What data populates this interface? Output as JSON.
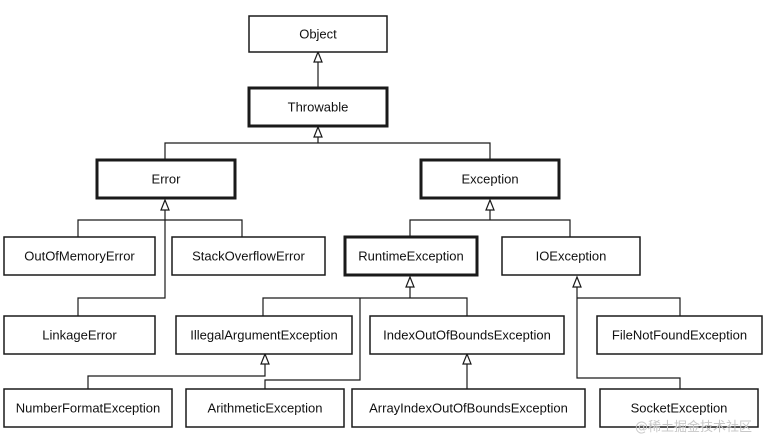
{
  "nodes": {
    "object": "Object",
    "throwable": "Throwable",
    "error": "Error",
    "exception": "Exception",
    "out_of_memory_error": "OutOfMemoryError",
    "stack_overflow_error": "StackOverflowError",
    "runtime_exception": "RuntimeException",
    "io_exception": "IOException",
    "linkage_error": "LinkageError",
    "illegal_argument_exception": "IllegalArgumentException",
    "index_out_of_bounds_exception": "IndexOutOfBoundsException",
    "file_not_found_exception": "FileNotFoundException",
    "number_format_exception": "NumberFormatException",
    "arithmetic_exception": "ArithmeticException",
    "array_index_out_of_bounds_exception": "ArrayIndexOutOfBoundsException",
    "socket_exception": "SocketException"
  },
  "watermark": "@稀土掘金技术社区",
  "colors": {
    "stroke": "#1a1a1a",
    "background": "#ffffff",
    "text": "#111111",
    "watermark": "#c8c8c8"
  }
}
